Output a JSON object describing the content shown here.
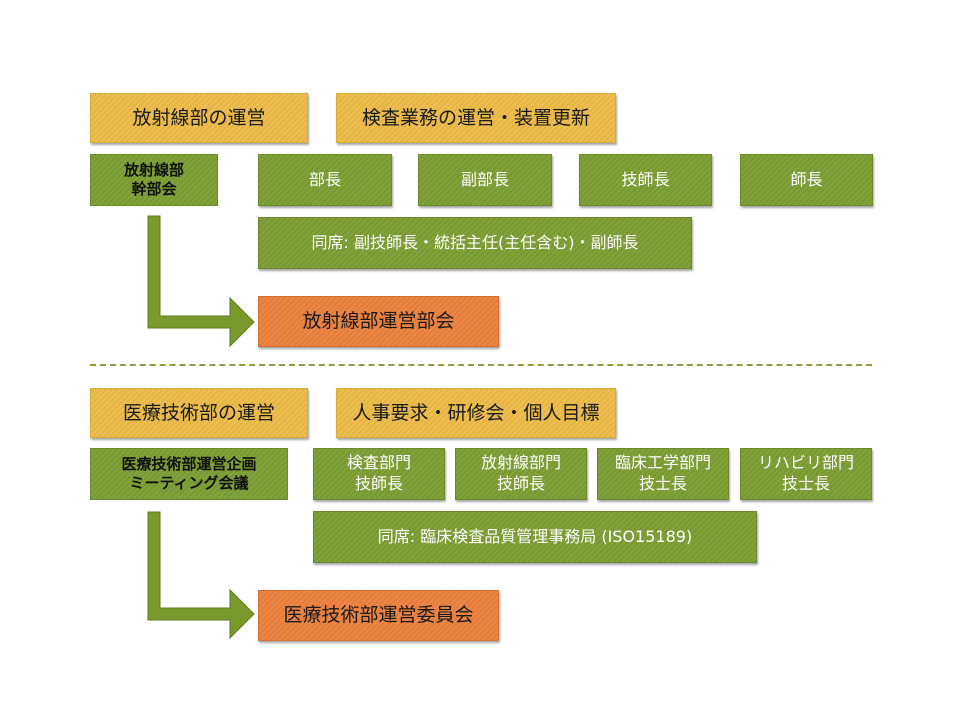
{
  "section1": {
    "title": "放射線部の運営",
    "scope": "検査業務の運営・装置更新",
    "meeting": [
      "放射線部",
      "幹部会"
    ],
    "members": [
      "部長",
      "副部長",
      "技師長",
      "師長"
    ],
    "attendees": "同席: 副技師長・統括主任(主任含む)・副師長",
    "result": "放射線部運営部会"
  },
  "section2": {
    "title": "医療技術部の運営",
    "scope": "人事要求・研修会・個人目標",
    "meeting": [
      "医療技術部運営企画",
      "ミーティング会議"
    ],
    "members": [
      [
        "検査部門",
        "技師長"
      ],
      [
        "放射線部門",
        "技師長"
      ],
      [
        "臨床工学部門",
        "技士長"
      ],
      [
        "リハビリ部門",
        "技士長"
      ]
    ],
    "attendees": "同席: 臨床検査品質管理事務局 (ISO15189)",
    "result": "医療技術部運営委員会"
  },
  "colors": {
    "yellow": "#EDBF52",
    "green": "#7FA038",
    "orange": "#EB8343",
    "arrow": "#7A9A2E"
  }
}
